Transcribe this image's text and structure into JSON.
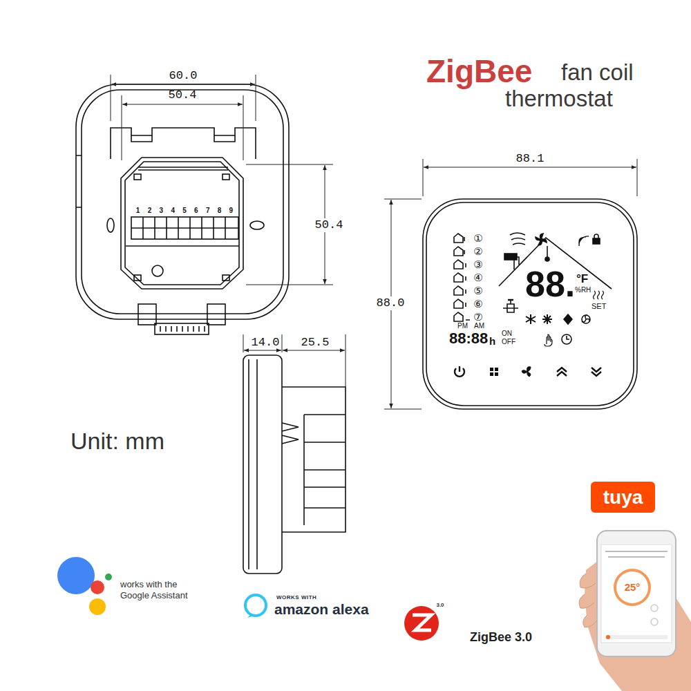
{
  "diagram": {
    "nodes": [
      {
        "text": [
          "tuya"
        ]
      }
    ],
    "labels": [
      "ZigBee",
      "fan coil thermostat",
      "60.0",
      "50.4",
      "50.4",
      "1 2 3 4 5 6 7 8 9",
      "88.1",
      "88.0",
      "①",
      "②",
      "③",
      "④",
      "⑤",
      "⑥",
      "⑦",
      "88.",
      "°F",
      "%RH",
      "SET",
      "PM",
      "AM",
      "88:88",
      "h",
      "ON",
      "OFF",
      "14.0",
      "25.5",
      "Unit: mm",
      "works with the Google Assistant",
      "WORKS WITH",
      "amazon alexa",
      "3.0",
      "ZigBee 3.0",
      "25°"
    ]
  }
}
